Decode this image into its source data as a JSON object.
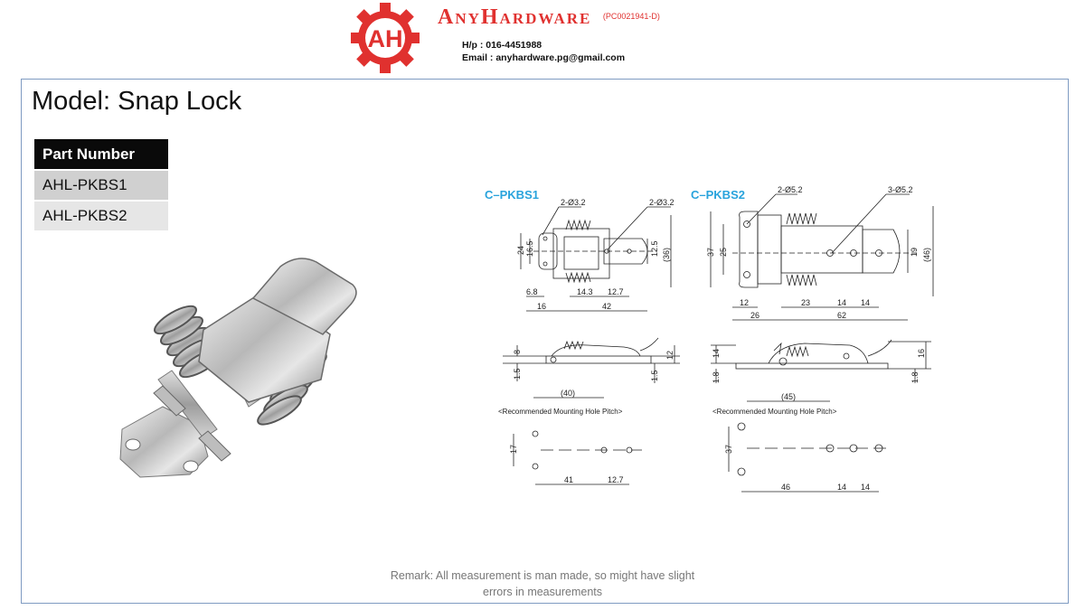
{
  "header": {
    "logo_text": "AH",
    "brand_name": "AnyHardware",
    "registration": "(PC0021941-D)",
    "phone": "H/p : 016-4451988",
    "email": "Email : anyhardware.pg@gmail.com"
  },
  "title": "Model: Snap Lock",
  "part_table": {
    "header": "Part Number",
    "rows": [
      "AHL-PKBS1",
      "AHL-PKBS2"
    ]
  },
  "drawings": {
    "pkbs1": {
      "label": "C–PKBS1",
      "holes_left": "2-Ø3.2",
      "holes_right": "2-Ø3.2",
      "dims": {
        "h24": "24",
        "h16_5": "16.5",
        "w6_8": "6.8",
        "w14_3": "14.3",
        "w12_7": "12.7",
        "w16": "16",
        "w42": "42",
        "h12_5": "12.5",
        "h36": "(36)"
      },
      "side": {
        "h8": "8",
        "h1_5a": "1.5",
        "w40": "(40)",
        "h12": "12",
        "h1_5b": "1.5"
      },
      "mounting_title": "<Recommended Mounting Hole Pitch>",
      "mounting": {
        "h17": "17",
        "w41": "41",
        "w12_7": "12.7"
      }
    },
    "pkbs2": {
      "label": "C–PKBS2",
      "holes_left": "2-Ø5.2",
      "holes_right": "3-Ø5.2",
      "dims": {
        "h37": "37",
        "h25": "25",
        "w12": "12",
        "w26": "26",
        "w23": "23",
        "w14a": "14",
        "w14b": "14",
        "w62": "62",
        "h19": "19",
        "h46": "(46)"
      },
      "side": {
        "h14": "14",
        "h1_8a": "1.8",
        "w45": "(45)",
        "h16": "16",
        "h1_8b": "1.8"
      },
      "mounting_title": "<Recommended Mounting Hole Pitch>",
      "mounting": {
        "h37": "37",
        "w46": "46",
        "w14a": "14",
        "w14b": "14"
      }
    },
    "colors": {
      "label_blue": "#29a3dc",
      "line": "#222222"
    }
  },
  "remark": {
    "line1": "Remark: All measurement is man made, so might have slight",
    "line2": "errors in measurements"
  },
  "colors": {
    "brand_red": "#e0312f",
    "frame_border": "#7f9bc2",
    "table_header_bg": "#0a0a0a"
  }
}
